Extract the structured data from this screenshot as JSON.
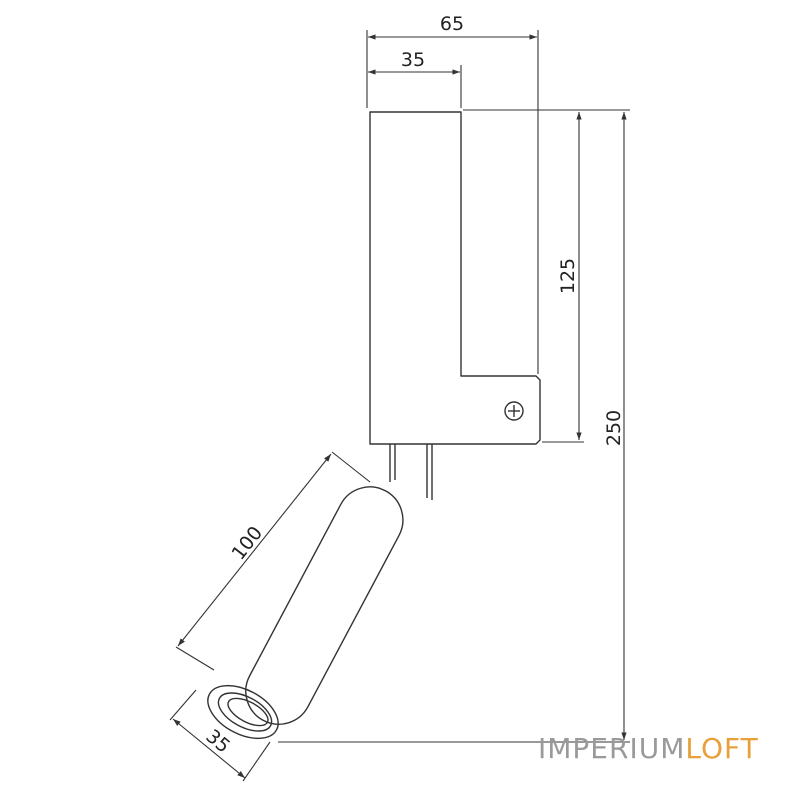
{
  "dimensions": {
    "total_width": "65",
    "mount_width": "35",
    "mount_height": "125",
    "total_height": "250",
    "shade_length": "100",
    "shade_diameter": "35"
  },
  "watermark": {
    "part1": "IMPERIUM",
    "part2": "LOFT"
  },
  "colors": {
    "line": "#333333",
    "accent": "#e8a13a",
    "watermark": "#9a9a9a"
  }
}
